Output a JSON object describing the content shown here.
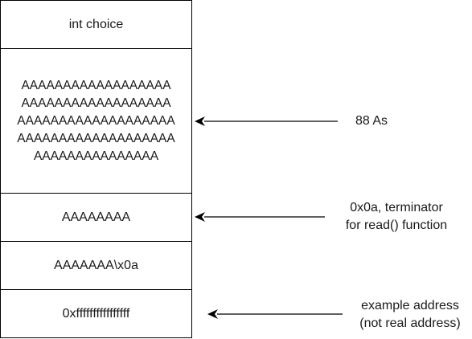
{
  "stack": {
    "cell_int": "int choice",
    "cell_fill": [
      "AAAAAAAAAAAAAAAAAA",
      "AAAAAAAAAAAAAAAAAA",
      "AAAAAAAAAAAAAAAAAAA",
      "AAAAAAAAAAAAAAAAAAA",
      "AAAAAAAAAAAAAAA"
    ],
    "cell_a8": "AAAAAAAA",
    "cell_a7": "AAAAAAA\\x0a",
    "cell_addr": "0xffffffffffffffff"
  },
  "notes": {
    "as88": "88 As",
    "terminator_line1": "0x0a, terminator",
    "terminator_line2": "for read() function",
    "address_line1": "example address",
    "address_line2": "(not real address)"
  }
}
